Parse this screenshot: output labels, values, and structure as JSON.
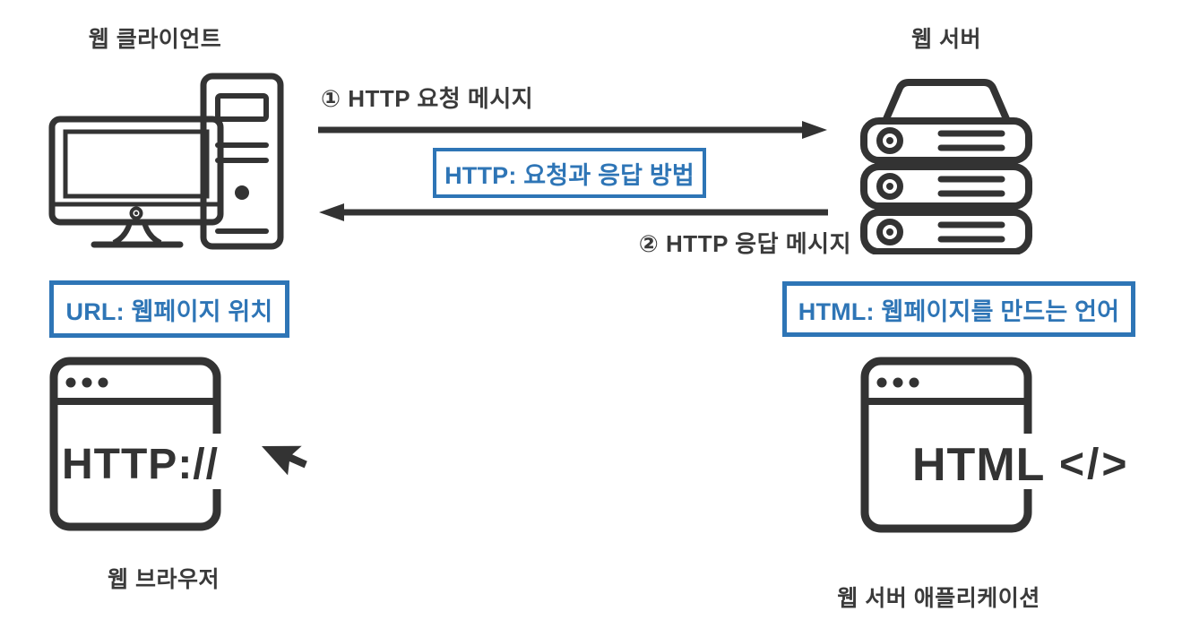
{
  "diagram": {
    "client": {
      "title": "웹 클라이언트",
      "concept_box": "URL: 웹페이지 위치",
      "browser_icon_text": "HTTP://",
      "bottom_label": "웹 브라우저"
    },
    "server": {
      "title": "웹 서버",
      "concept_box": "HTML: 웹페이지를 만드는 언어",
      "browser_icon_text": "HTML",
      "code_symbol": "</>",
      "bottom_label": "웹 서버 애플리케이션"
    },
    "flow": {
      "request_label": "① HTTP 요청 메시지",
      "response_label": "② HTTP 응답 메시지",
      "protocol_box": "HTTP: 요청과 응답 방법"
    },
    "colors": {
      "accent_blue": "#2e75b6",
      "icon_dark": "#333333"
    }
  }
}
